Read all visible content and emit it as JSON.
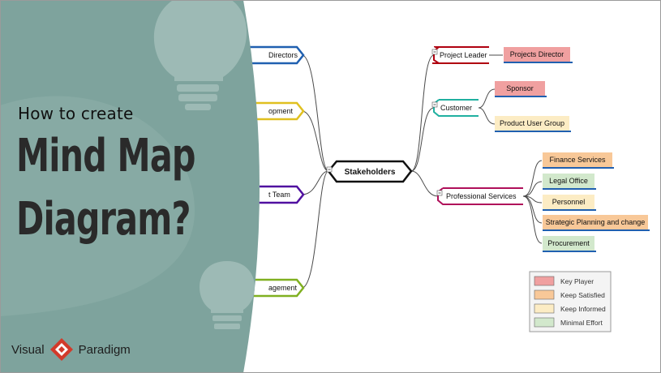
{
  "headline": {
    "small": "How to create",
    "line1": "Mind Map",
    "line2": "Diagram?"
  },
  "brand": {
    "left": "Visual",
    "right": "Paradigm",
    "logo_icon": "visual-paradigm-logo-icon"
  },
  "mindmap": {
    "root": "Stakeholders",
    "left_branches": [
      "Directors",
      "opment",
      "t Team",
      "agement"
    ],
    "project_leader": "Project Leader",
    "projects_director": "Projects Director",
    "customer": "Customer",
    "sponsor": "Sponsor",
    "product_user_group": "Product User Group",
    "professional_services": "Professional Services",
    "services": [
      "Finance Services",
      "Legal Office",
      "Personnel",
      "Strategic Planning and change",
      "Procurement"
    ]
  },
  "legend": {
    "items": [
      {
        "label": "Key Player",
        "color": "#f0a0a0"
      },
      {
        "label": "Keep Satisfied",
        "color": "#f8c898"
      },
      {
        "label": "Keep Informed",
        "color": "#fcecc4"
      },
      {
        "label": "Minimal Effort",
        "color": "#d2e8cc"
      }
    ]
  },
  "colors": {
    "overlay": "#7ea39d",
    "bulb": "#9dbab5",
    "line": "#4a4a4a",
    "accent_red": "#b00010",
    "accent_blue": "#2060b0",
    "accent_teal": "#20b0a0",
    "accent_magenta": "#b0105a",
    "accent_yellow": "#e0c020",
    "accent_purple": "#5010a0",
    "accent_green": "#80b020",
    "logo_red": "#d23a2a"
  }
}
